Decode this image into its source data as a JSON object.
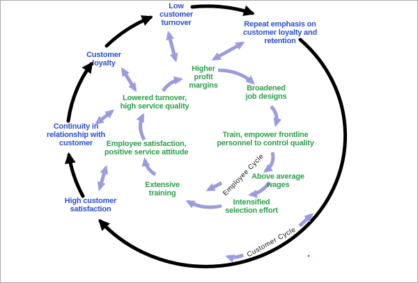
{
  "diagram": {
    "colors": {
      "customer_text": "#2b50cc",
      "employee_text": "#2e9e4a",
      "link_arrow": "#9b9be0",
      "cycle_line": "#000000"
    },
    "cycles": {
      "customer": {
        "name": "Customer  Cycle",
        "items": {
          "low_customer_turnover": "Low\ncustomer\nturnover",
          "repeat_emphasis": "Repeat emphasis on\ncustomer loyalty and\nretention",
          "customer_loyalty": "Customer\nloyalty",
          "continuity": "Continuity in\nrelationship with\ncustomer",
          "high_customer_satisfaction": "High customer\nsatisfaction"
        }
      },
      "employee": {
        "name": "Employee Cycle",
        "items": {
          "higher_profit_margins": "Higher\nprofit\nmargins",
          "broadened_job_designs": "Broadened\njob designs",
          "lowered_turnover": "Lowered turnover,\nhigh service quality",
          "employee_satisfaction": "Employee satisfaction,\npositive service attitude",
          "train_empower": "Train, empower frontline\npersonnel to control quality",
          "above_average_wages": "Above average\nwages",
          "extensive_training": "Extensive\ntraining",
          "intensified_selection": "Intensified\nselection effort"
        }
      }
    }
  }
}
